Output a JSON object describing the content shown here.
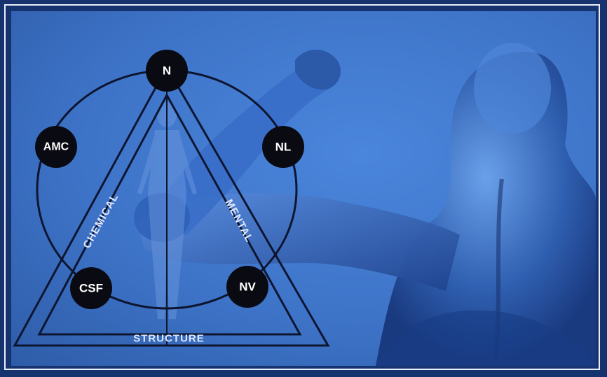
{
  "diagram": {
    "nodes": {
      "top": "N",
      "upper_left": "AMC",
      "upper_right": "NL",
      "lower_left": "CSF",
      "lower_right": "NV"
    },
    "sides": {
      "left": "CHEMICAL",
      "right": "MENTAL",
      "bottom": "STRUCTURE"
    }
  },
  "colors": {
    "background": "#3e74c8",
    "frame": "#16336f",
    "node_fill": "#0a0a12",
    "lines": "#0d1530"
  }
}
